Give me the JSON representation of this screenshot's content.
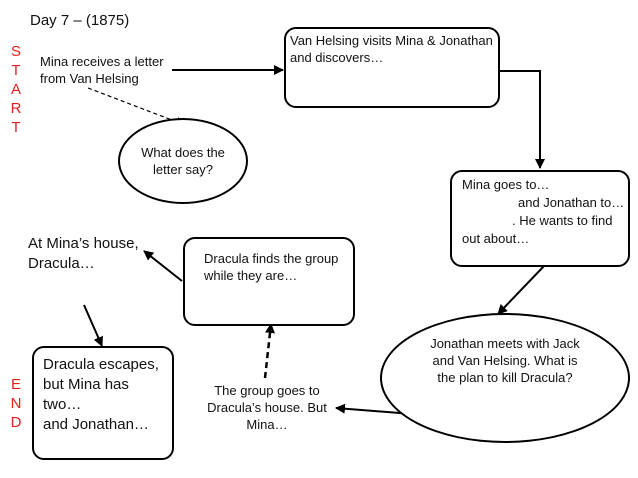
{
  "title": "Day 7 – (1875)",
  "start_letters": [
    "S",
    "T",
    "A",
    "R",
    "T"
  ],
  "end_letters": [
    "E",
    "N",
    "D"
  ],
  "nodes": {
    "letter": "Mina receives a letter\nfrom Van Helsing",
    "question": "What does the\nletter say?",
    "visit": "Van Helsing visits Mina & Jonathan\nand discovers…",
    "mina_goes_1": "Mina goes to…",
    "mina_goes_2": "and Jonathan to…",
    "mina_goes_3": ". He wants to find",
    "mina_goes_4": "out about…",
    "meeting": "Jonathan meets with Jack\nand Van Helsing. What is\nthe plan to kill Dracula?",
    "group_goes": "The group goes to\nDracula’s house. But\nMina…",
    "dracula_finds": "Dracula finds the group\nwhile they are…",
    "minas_house": "At Mina’s house,\nDracula…",
    "escapes": "Dracula escapes,\nbut Mina has\ntwo…\nand Jonathan…"
  }
}
